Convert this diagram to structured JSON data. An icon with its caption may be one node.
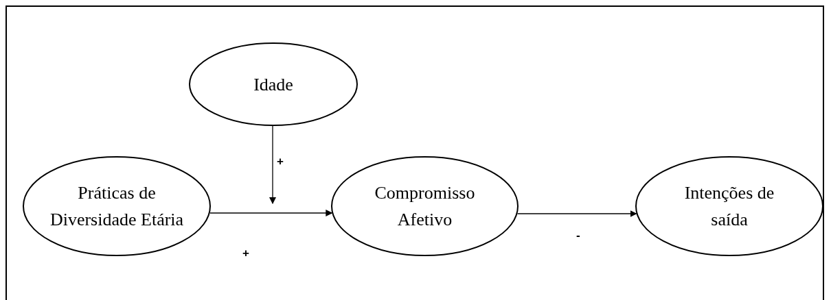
{
  "diagram": {
    "nodes": [
      {
        "text": [
          "Práticas de Diversidade Etária"
        ]
      },
      {
        "text": [
          "Idade"
        ]
      },
      {
        "text": [
          "Compromisso Afetivo"
        ]
      },
      {
        "text": [
          "Intenções de saída"
        ]
      }
    ],
    "edges": [
      {
        "from": 0,
        "to": 2,
        "arrow": "to",
        "label": "+"
      },
      {
        "from": 1,
        "to": null,
        "arrow": "to",
        "label": "+"
      },
      {
        "from": 2,
        "to": 3,
        "arrow": "to",
        "label": "-"
      }
    ]
  }
}
